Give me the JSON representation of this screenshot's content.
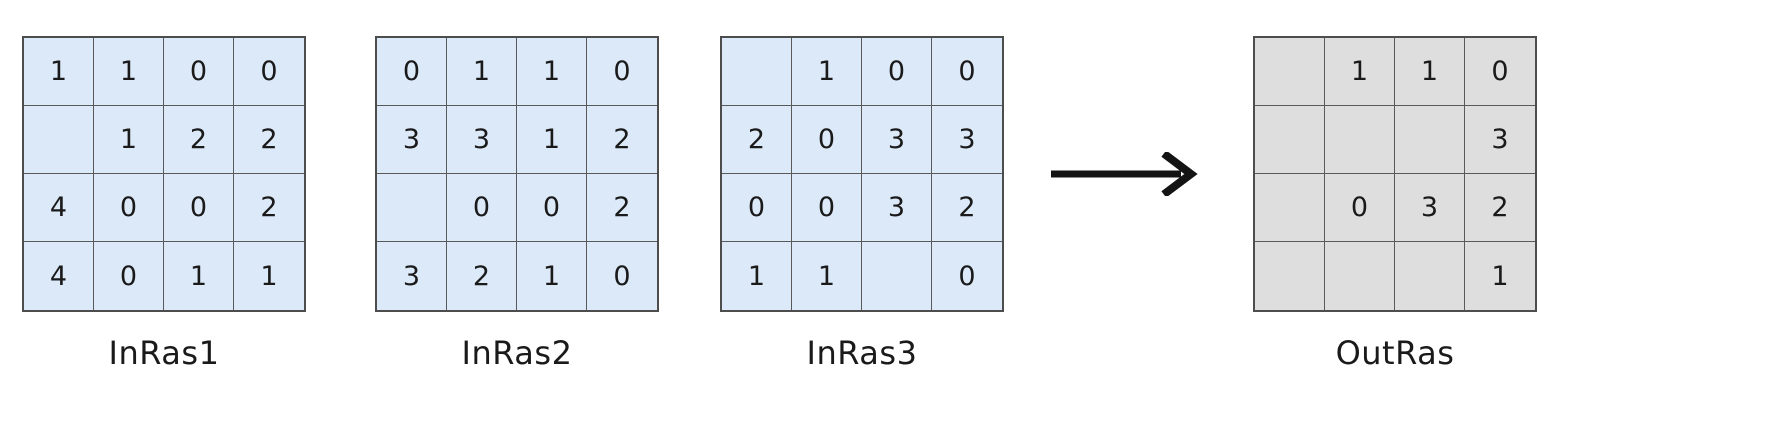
{
  "figure": {
    "type": "raster-cell-statistics-diagram",
    "operator_symbol": "→",
    "input_cell_color": "#dce9f9",
    "output_cell_color": "#dededf",
    "grid_line_color": "#5a5a5a",
    "text_color": "#1a1a1a",
    "nodata_marker": ""
  },
  "rasters": [
    {
      "id": "inras1",
      "label": "InRas1",
      "kind": "input",
      "rows": 4,
      "cols": 4,
      "values": [
        [
          "1",
          "1",
          "0",
          "0"
        ],
        [
          "",
          "1",
          "2",
          "2"
        ],
        [
          "4",
          "0",
          "0",
          "2"
        ],
        [
          "4",
          "0",
          "1",
          "1"
        ]
      ]
    },
    {
      "id": "inras2",
      "label": "InRas2",
      "kind": "input",
      "rows": 4,
      "cols": 4,
      "values": [
        [
          "0",
          "1",
          "1",
          "0"
        ],
        [
          "3",
          "3",
          "1",
          "2"
        ],
        [
          "",
          "0",
          "0",
          "2"
        ],
        [
          "3",
          "2",
          "1",
          "0"
        ]
      ]
    },
    {
      "id": "inras3",
      "label": "InRas3",
      "kind": "input",
      "rows": 4,
      "cols": 4,
      "values": [
        [
          "",
          "1",
          "0",
          "0"
        ],
        [
          "2",
          "0",
          "3",
          "3"
        ],
        [
          "0",
          "0",
          "3",
          "2"
        ],
        [
          "1",
          "1",
          "",
          "0"
        ]
      ]
    },
    {
      "id": "outras",
      "label": "OutRas",
      "kind": "output",
      "rows": 4,
      "cols": 4,
      "values": [
        [
          "",
          "1",
          "1",
          "0"
        ],
        [
          "",
          "",
          "",
          "3"
        ],
        [
          "",
          "0",
          "3",
          "2"
        ],
        [
          "",
          "",
          "",
          "1"
        ]
      ]
    }
  ]
}
